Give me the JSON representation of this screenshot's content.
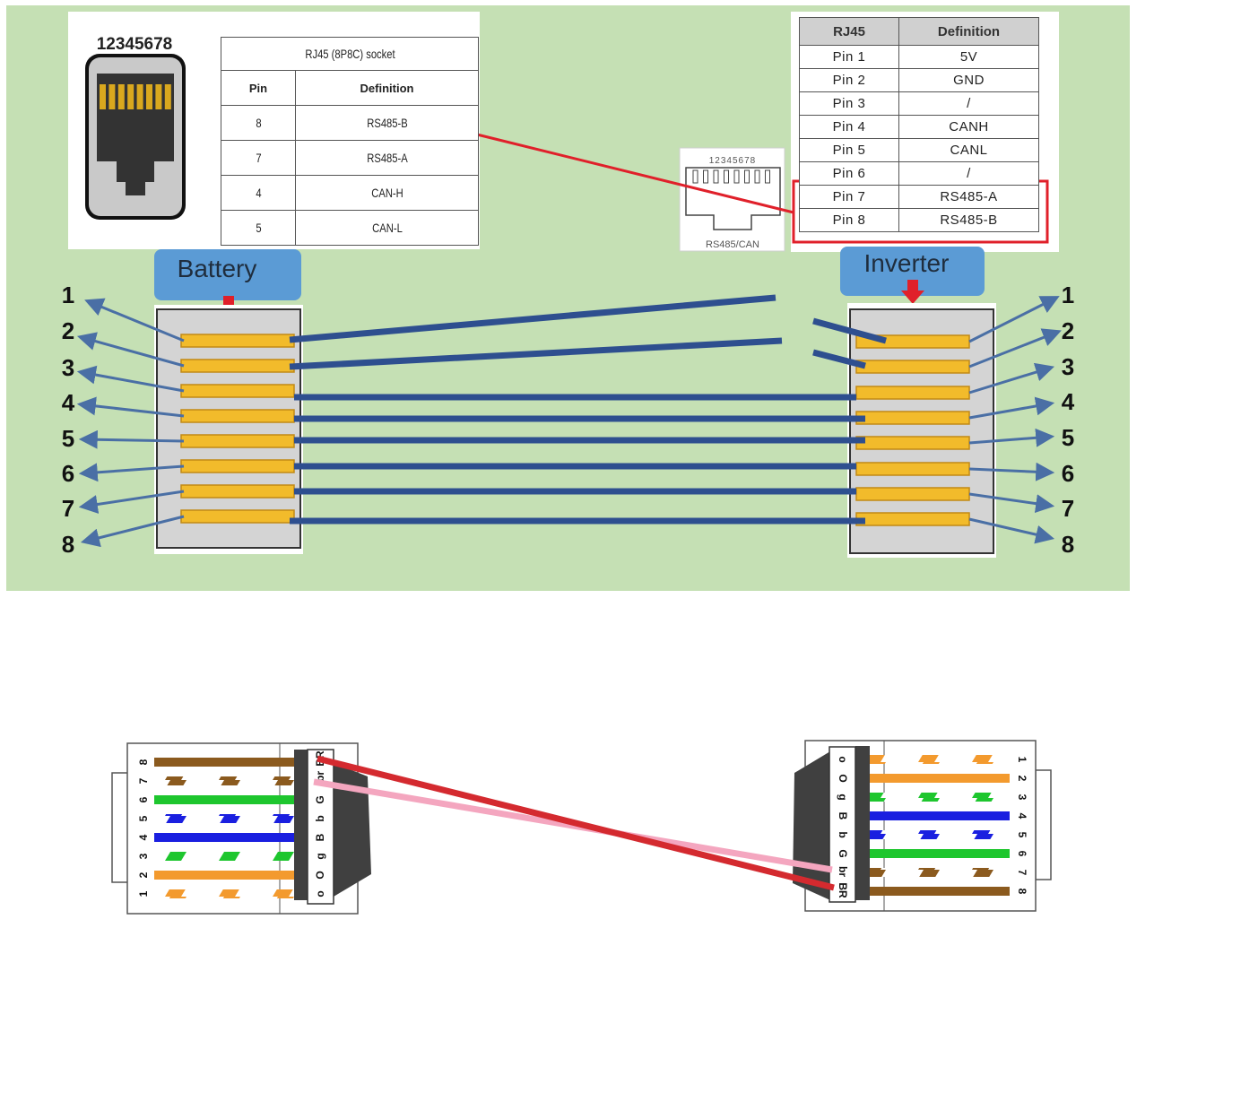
{
  "battery_socket_label": "12345678",
  "battery_table": {
    "caption": "RJ45 (8P8C) socket",
    "headers": [
      "Pin",
      "Definition"
    ],
    "rows": [
      {
        "pin": "8",
        "def": "RS485-B"
      },
      {
        "pin": "7",
        "def": "RS485-A"
      },
      {
        "pin": "4",
        "def": "CAN-H"
      },
      {
        "pin": "5",
        "def": "CAN-L"
      }
    ]
  },
  "inverter_table": {
    "headers": [
      "RJ45",
      "Definition"
    ],
    "rows": [
      {
        "pin": "Pin 1",
        "def": "5V"
      },
      {
        "pin": "Pin 2",
        "def": "GND"
      },
      {
        "pin": "Pin 3",
        "def": "/"
      },
      {
        "pin": "Pin 4",
        "def": "CANH"
      },
      {
        "pin": "Pin 5",
        "def": "CANL"
      },
      {
        "pin": "Pin 6",
        "def": "/"
      },
      {
        "pin": "Pin 7",
        "def": "RS485-A"
      },
      {
        "pin": "Pin 8",
        "def": "RS485-B"
      }
    ]
  },
  "inverter_port": {
    "pin_numbers": "12345678",
    "label": "RS485/CAN"
  },
  "battery_label": "Battery",
  "inverter_label": "Inverter",
  "pin_numbers": [
    "1",
    "2",
    "3",
    "4",
    "5",
    "6",
    "7",
    "8"
  ],
  "wire_letters_left": [
    "o",
    "O",
    "g",
    "B",
    "b",
    "G",
    "br",
    "BR"
  ],
  "wire_letters_right": [
    "o",
    "O",
    "g",
    "B",
    "b",
    "G",
    "br",
    "BR"
  ],
  "colors": {
    "background_green": "#c5e0b4",
    "label_blue": "#5b9bd5",
    "wire_blue": "#2e4f8f",
    "pin_gold": "#f2bb2b",
    "highlight_red": "#e0202a",
    "arrow_blue": "#4a6fa5",
    "cable_red": "#d42a2f",
    "cable_pink": "#f4a6bf"
  }
}
